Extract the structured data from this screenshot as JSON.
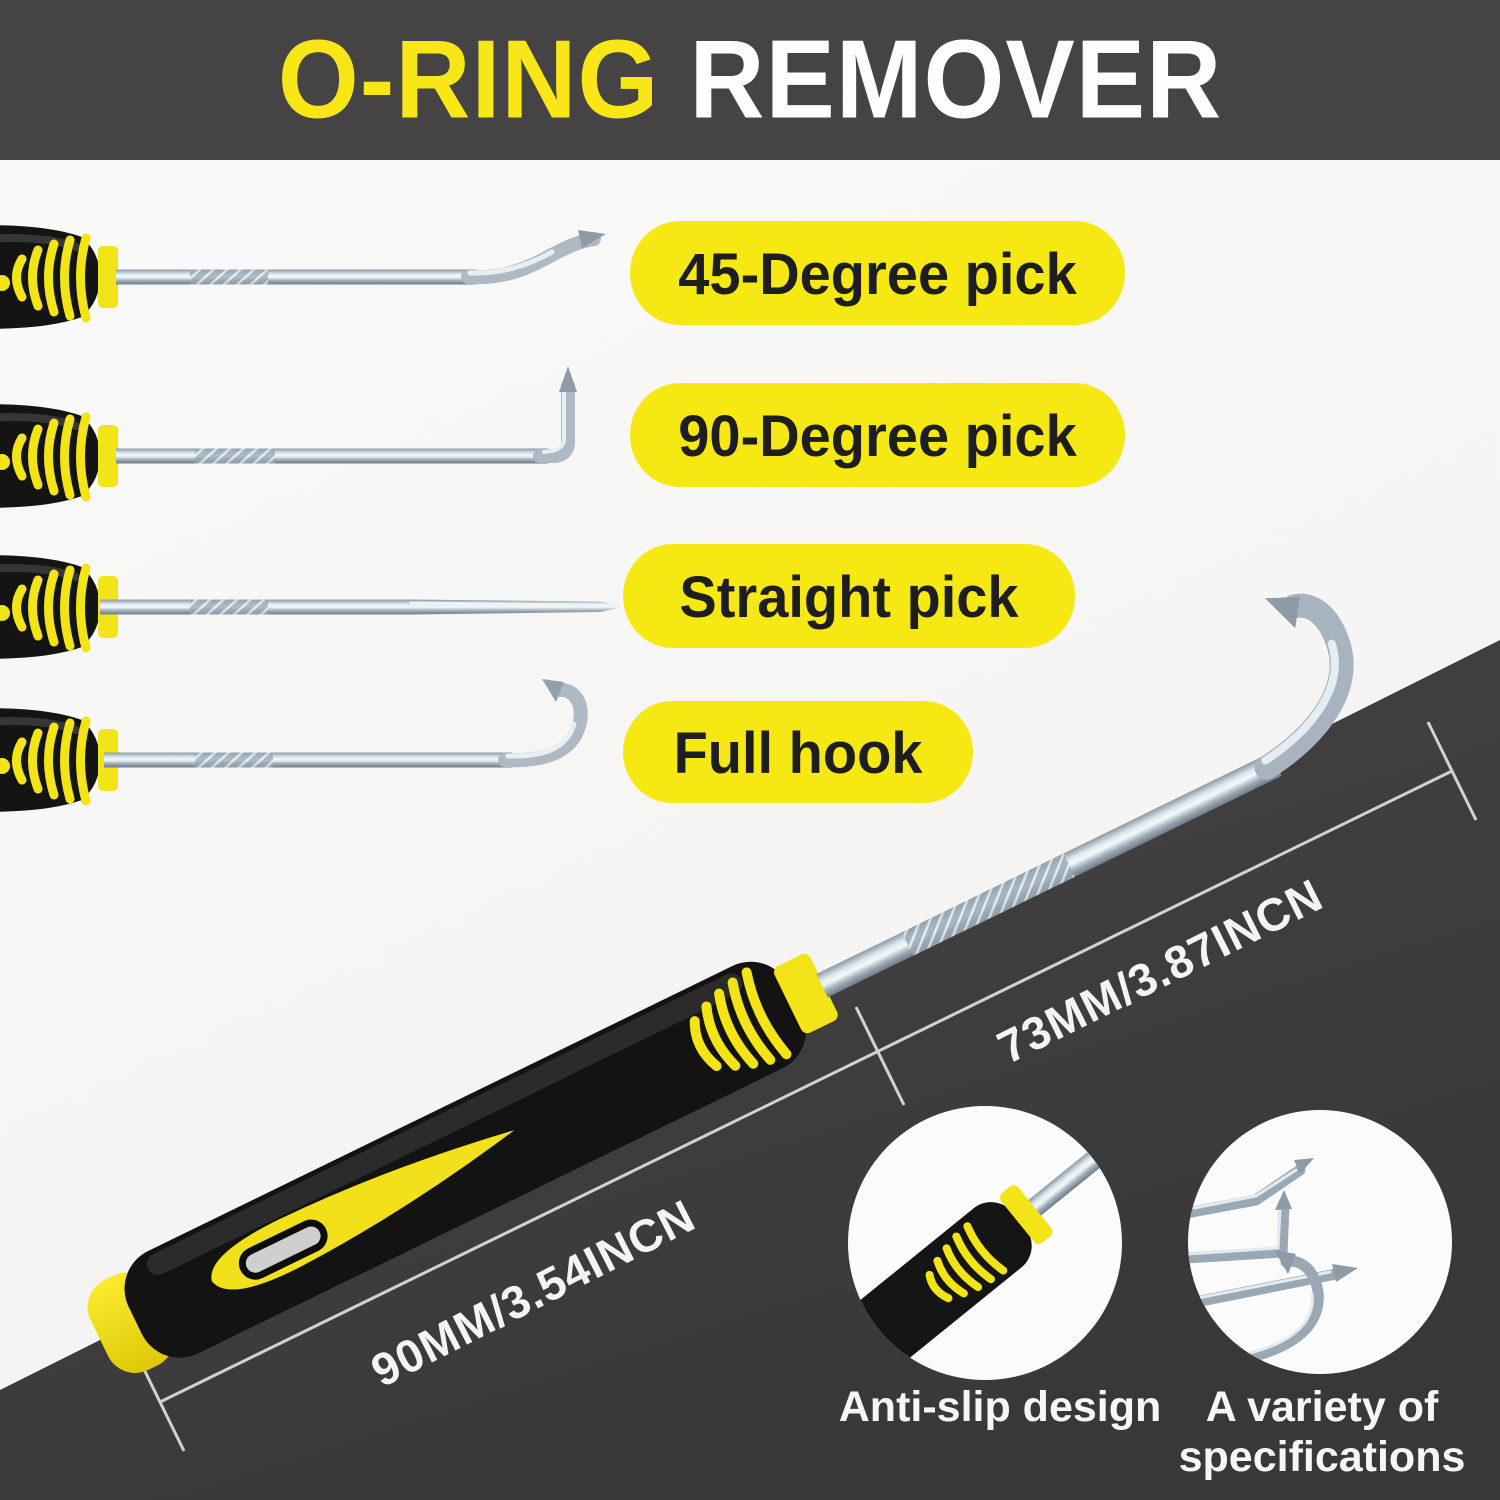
{
  "header": {
    "title_highlight": "O-RING",
    "title_rest": "REMOVER"
  },
  "pick_labels": [
    {
      "text": "45-Degree pick"
    },
    {
      "text": "90-Degree pick"
    },
    {
      "text": "Straight pick"
    },
    {
      "text": "Full hook"
    }
  ],
  "dimensions": {
    "shaft": "73MM/3.87INCN",
    "handle": "90MM/3.54INCN"
  },
  "features": {
    "anti_slip": "Anti-slip design",
    "variety_line1": "A variety of",
    "variety_line2": "specifications"
  },
  "colors": {
    "header_bg": "#464344",
    "brand_yellow": "#f6e913",
    "title_yellow": "#f8e616",
    "dark_panel": "#413e3f",
    "light_bg": "#f6f5f4",
    "pill_text": "#1e1e1e",
    "white_text": "#fdfdfd",
    "metal_light": "#eef3f6",
    "metal_dark": "#76848f"
  }
}
